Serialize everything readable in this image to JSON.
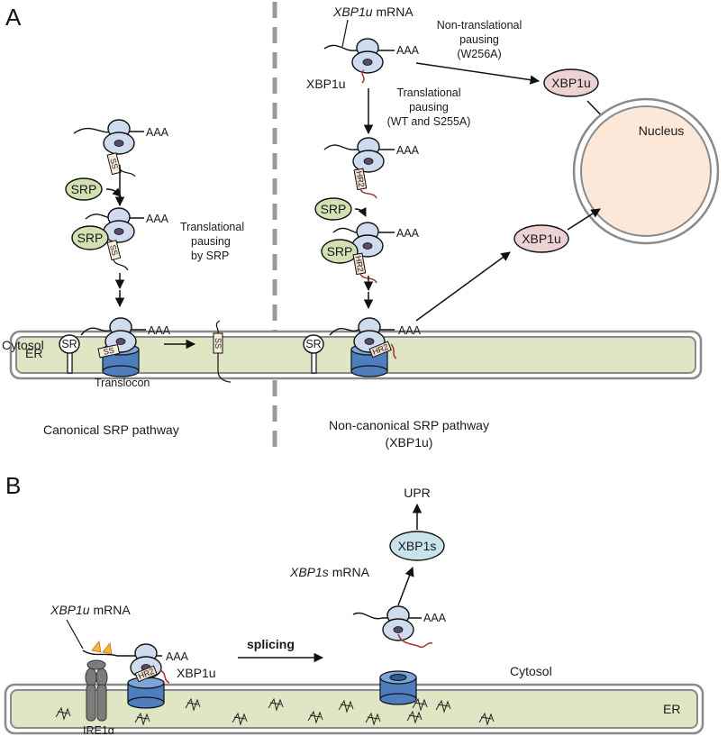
{
  "panels": {
    "a": "A",
    "b": "B"
  },
  "colors": {
    "er_fill": "#dfe6c3",
    "membrane": "#8a8a8a",
    "ribosome": "#cfdcef",
    "srp": "#d3e0b2",
    "xbp1u": "#ecd2d2",
    "xbp1s": "#c9e3ea",
    "nucleus": "#fbe8d8",
    "translocon": "#4f7ebf",
    "ire1": "#7c7c7c"
  },
  "panel_a": {
    "left": {
      "aaa": "AAA",
      "ss": "SS",
      "srp": "SRP",
      "sr": "SR",
      "pausing_note": [
        "Translational",
        "pausing",
        "by SRP"
      ],
      "cytosol": "Cytosol",
      "er": "ER",
      "translocon": "Translocon",
      "caption": "Canonical SRP pathway"
    },
    "right": {
      "mrna_gene": "XBP1u",
      "mrna_suffix": " mRNA",
      "aaa": "AAA",
      "xbp1u": "XBP1u",
      "hr2": "HR2",
      "srp": "SRP",
      "sr": "SR",
      "nontranslational": [
        "Non-translational",
        "pausing",
        "(W256A)"
      ],
      "translational": [
        "Translational",
        "pausing",
        "(WT and S255A)"
      ],
      "nucleus": "Nucleus",
      "caption": [
        "Non-canonical SRP pathway",
        "(XBP1u)"
      ]
    }
  },
  "panel_b": {
    "mrna_u_gene": "XBP1u",
    "mrna_suffix": " mRNA",
    "mrna_s_gene": "XBP1s",
    "aaa": "AAA",
    "hr2": "HR2",
    "xbp1u": "XBP1u",
    "ire1": "IRE1α",
    "splicing": "splicing",
    "xbp1s": "XBP1s",
    "upr": "UPR",
    "cytosol": "Cytosol",
    "er": "ER"
  }
}
